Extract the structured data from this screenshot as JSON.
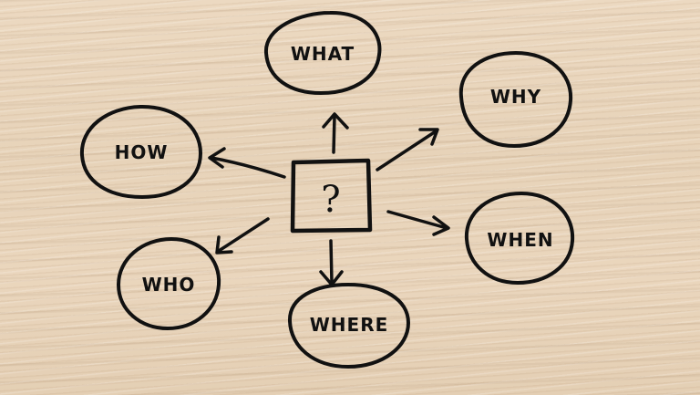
{
  "center": {
    "symbol": "?"
  },
  "nodes": [
    {
      "id": "what",
      "label": "WHAT"
    },
    {
      "id": "why",
      "label": "WHY"
    },
    {
      "id": "how",
      "label": "HOW"
    },
    {
      "id": "when",
      "label": "WHEN"
    },
    {
      "id": "who",
      "label": "WHO"
    },
    {
      "id": "where",
      "label": "WHERE"
    }
  ]
}
